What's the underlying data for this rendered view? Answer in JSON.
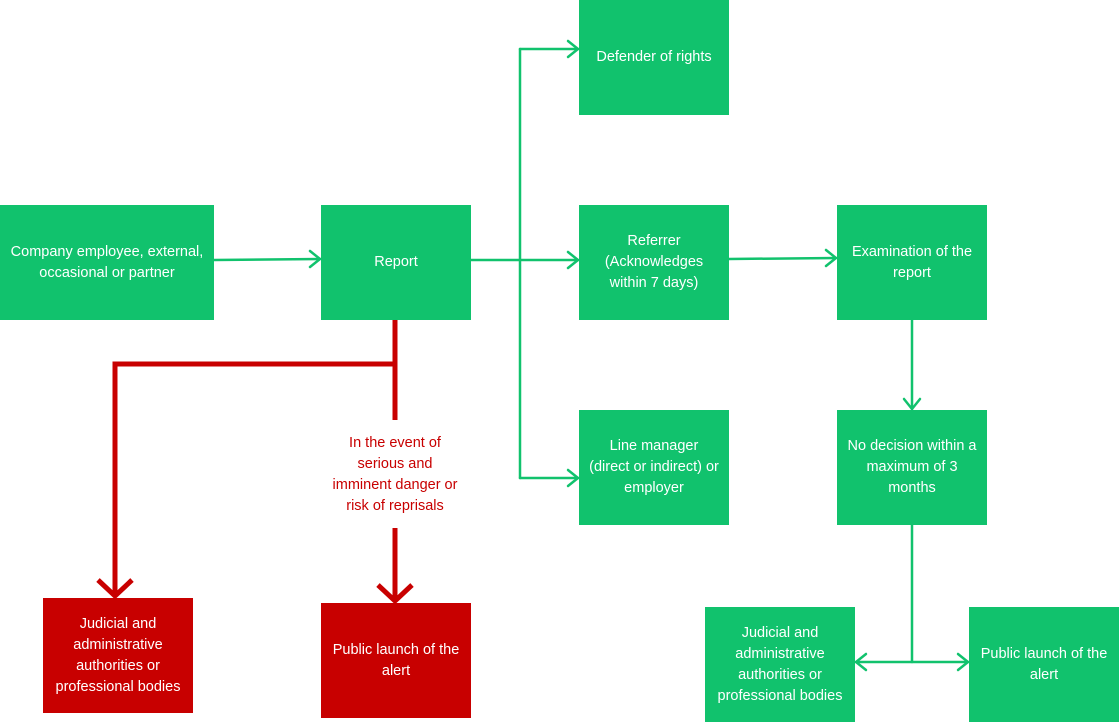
{
  "colors": {
    "green": "#11c26d",
    "red": "#c80000",
    "background": "#ffffff"
  },
  "nodes": {
    "employee": "Company employee, external, occasional or partner",
    "report": "Report",
    "defender": "Defender of rights",
    "referrer": "Referrer (Acknowledges within 7 days)",
    "line_manager": "Line manager (direct or indirect) or employer",
    "examination": "Examination of the report",
    "no_decision": "No decision within a maximum of 3 months",
    "judicial_red": "Judicial and administrative authorities or professional bodies",
    "public_red": "Public launch of the alert",
    "judicial_green": "Judicial and administrative authorities or professional bodies",
    "public_green": "Public launch of the alert"
  },
  "condition_label": "In the event of serious and imminent danger or risk of reprisals"
}
